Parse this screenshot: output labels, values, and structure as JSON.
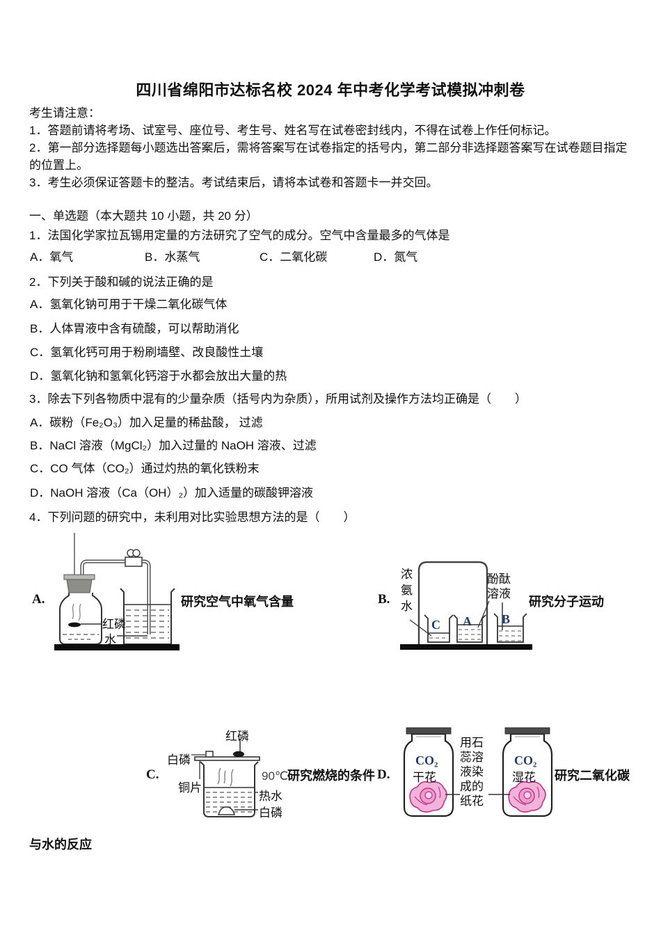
{
  "doc": {
    "title": "四川省绵阳市达标名校 2024 年中考化学考试模拟冲刺卷",
    "notice": {
      "header": "考生请注意：",
      "items": [
        "1．答题前请将考场、试室号、座位号、考生号、姓名写在试卷密封线内，不得在试卷上作任何标记。",
        "2．第一部分选择题每小题选出答案后，需将答案写在试卷指定的括号内，第二部分非选择题答案写在试卷题目指定的位置上。",
        "3．考生必须保证答题卡的整洁。考试结束后，请将本试卷和答题卡一并交回。"
      ]
    },
    "section": "一、单选题（本大题共 10 小题，共 20 分）",
    "q1": {
      "stem": "1．法国化学家拉瓦锡用定量的方法研究了空气的成分。空气中含量最多的气体是",
      "options": [
        "A．氧气",
        "B．水蒸气",
        "C．二氧化碳",
        "D．氮气"
      ]
    },
    "q2": {
      "stem": "2．下列关于酸和碱的说法正确的是",
      "options": [
        "A．氢氧化钠可用于干燥二氧化碳气体",
        "B．人体胃液中含有硫酸，可以帮助消化",
        "C．氢氧化钙可用于粉刷墙壁、改良酸性土壤",
        "D．氢氧化钠和氢氧化钙溶于水都会放出大量的热"
      ]
    },
    "q3": {
      "stem": "3．除去下列各物质中混有的少量杂质（括号内为杂质），所用试剂及操作方法均正确是（　　）",
      "options": [
        "A．碳粉（Fe₂O₃）加入足量的稀盐酸， 过滤",
        "B．NaCl 溶液（MgCl₂）加入过量的 NaOH 溶液、过滤",
        "C．CO 气体（CO₂）通过灼热的氧化铁粉末",
        "D．NaOH 溶液（Ca（OH）₂）加入适量的碳酸钾溶液"
      ]
    },
    "q4": {
      "stem": "4．下列问题的研究中，未利用对比实验思想方法的是（　　）"
    }
  },
  "diagrams": {
    "a": {
      "letter": "A.",
      "red_phosphorus": "红磷",
      "water": "水",
      "caption": "研究空气中氧气含量"
    },
    "b": {
      "letter": "B.",
      "ammonia": "浓氨水",
      "phenolphthalein": "酚酞溶液",
      "beakers": [
        "C",
        "A",
        "B"
      ],
      "caption": "研究分子运动"
    },
    "c": {
      "letter": "C.",
      "red_phosphorus": "红磷",
      "white_phosphorus_top": "白磷",
      "copper_sheet": "铜片",
      "temperature": "90℃",
      "hot_water": "热水",
      "white_phosphorus_bottom": "白磷",
      "caption": "研究燃烧的条件"
    },
    "d": {
      "letter": "D.",
      "gas": "CO₂",
      "dry_flower": "干花",
      "wet_flower": "湿花",
      "paper_flowers": "用石蕊溶液染成的纸花",
      "caption": "研究二氧化碳",
      "caption_cont": "与水的反应"
    }
  },
  "colors": {
    "ink": "#111111",
    "chem_label_blue": "#1f3b70",
    "flower_pink": "#f2b3d9",
    "flower_mid": "#ef9ccd",
    "flower_core": "#f8d3e9",
    "flower_outline": "#bb3390",
    "table_black": "#0d0d0d",
    "stopper_gray": "#8e8e89",
    "lid_gray": "#4a4a4a"
  }
}
